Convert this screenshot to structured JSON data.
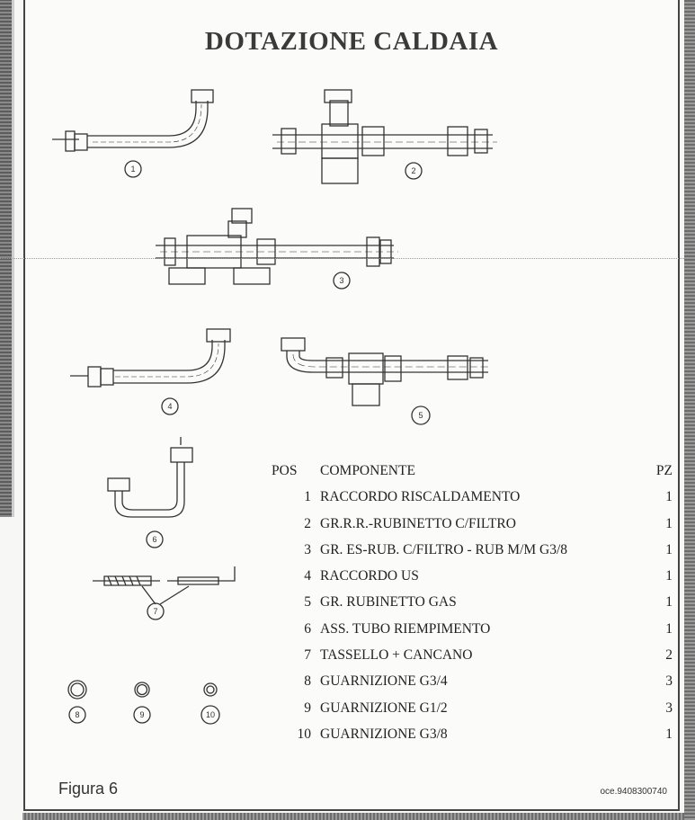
{
  "title": "DOTAZIONE CALDAIA",
  "table": {
    "headers": {
      "pos": "POS",
      "component": "COMPONENTE",
      "qty": "PZ"
    },
    "rows": [
      {
        "pos": "1",
        "component": "RACCORDO RISCALDAMENTO",
        "qty": "1"
      },
      {
        "pos": "2",
        "component": "GR.R.R.-RUBINETTO C/FILTRO",
        "qty": "1"
      },
      {
        "pos": "3",
        "component": "GR. ES-RUB. C/FILTRO - RUB M/M G3/8",
        "qty": "1"
      },
      {
        "pos": "4",
        "component": "RACCORDO US",
        "qty": "1"
      },
      {
        "pos": "5",
        "component": "GR. RUBINETTO GAS",
        "qty": "1"
      },
      {
        "pos": "6",
        "component": "ASS. TUBO RIEMPIMENTO",
        "qty": "1"
      },
      {
        "pos": "7",
        "component": "TASSELLO + CANCANO",
        "qty": "2"
      },
      {
        "pos": "8",
        "component": "GUARNIZIONE G3/4",
        "qty": "3"
      },
      {
        "pos": "9",
        "component": "GUARNIZIONE G1/2",
        "qty": "3"
      },
      {
        "pos": "10",
        "component": "GUARNIZIONE G3/8",
        "qty": "1"
      }
    ]
  },
  "callouts": [
    "1",
    "2",
    "3",
    "4",
    "5",
    "6",
    "7",
    "8",
    "9",
    "10"
  ],
  "caption": "Figura 6",
  "code": "oce.9408300740"
}
